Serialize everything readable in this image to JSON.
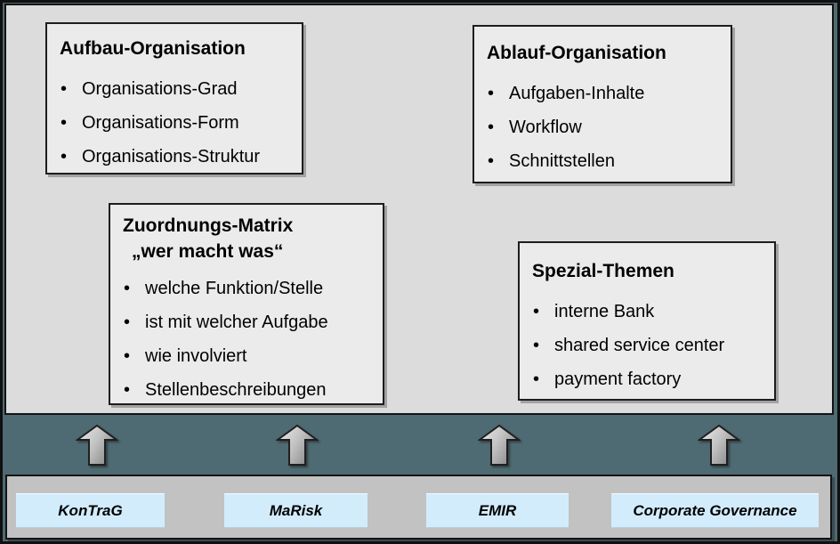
{
  "glyphs": {
    "bullet": "•"
  },
  "colors": {
    "background_band": "#4e6a72",
    "panel_fill": "#dcdcdc",
    "topic_box_fill": "#ebebeb",
    "bar_fill": "#c2c2c2",
    "regulation_label_fill": "#d3ecfc",
    "border": "#141414"
  },
  "boxes": [
    {
      "title": "Aufbau-Organisation",
      "items": [
        "Organisations-Grad",
        "Organisations-Form",
        "Organisations-Struktur"
      ]
    },
    {
      "title": "Ablauf-Organisation",
      "items": [
        "Aufgaben-Inhalte",
        "Workflow",
        "Schnittstellen"
      ]
    },
    {
      "title": "Zuordnungs-Matrix",
      "subtitle": "„wer macht was“",
      "items": [
        "welche Funktion/Stelle",
        "ist mit welcher Aufgabe",
        "wie involviert",
        "Stellenbeschreibungen"
      ]
    },
    {
      "title": "Spezial-Themen",
      "items": [
        "interne Bank",
        "shared service center",
        "payment factory"
      ]
    }
  ],
  "regulations": [
    {
      "label": "KonTraG"
    },
    {
      "label": "MaRisk"
    },
    {
      "label": "EMIR"
    },
    {
      "label": "Corporate Governance"
    }
  ]
}
